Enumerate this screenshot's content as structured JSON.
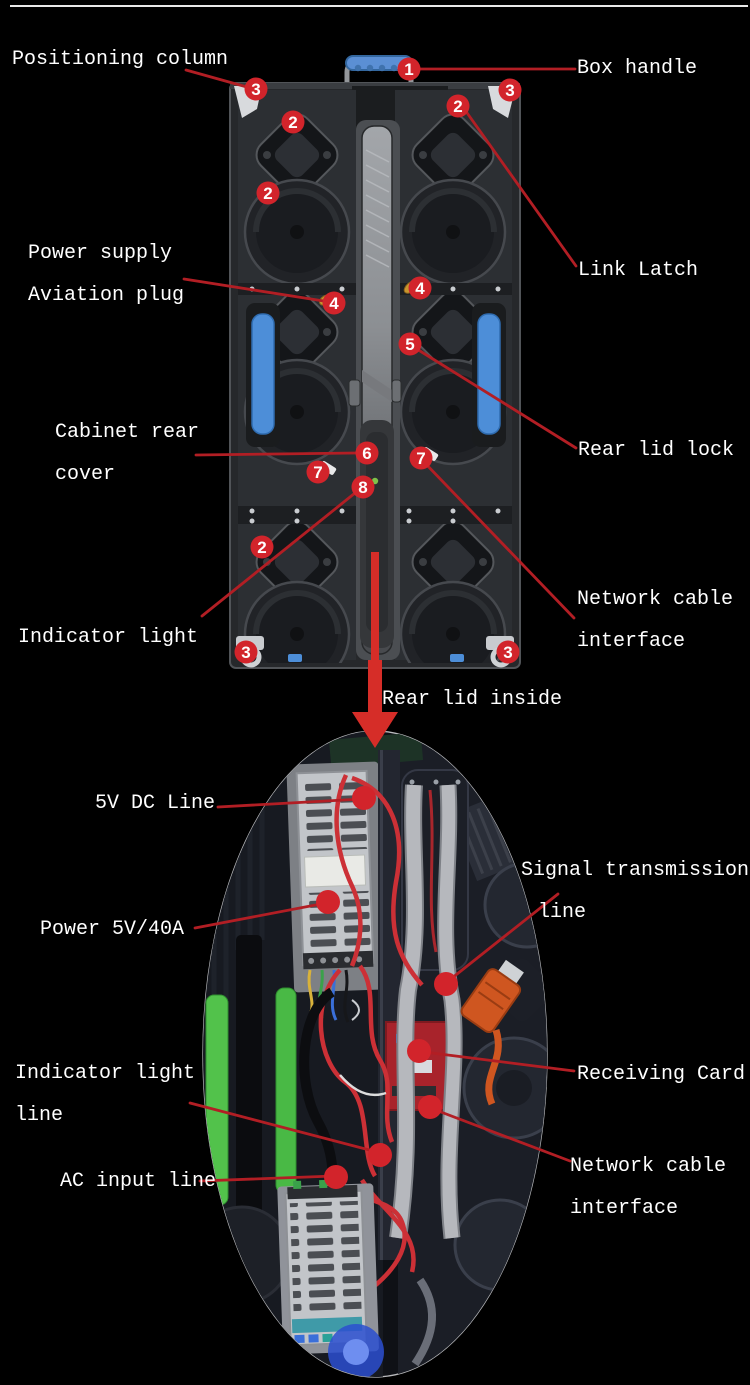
{
  "colors": {
    "background": "#000000",
    "label_text": "#ffffff",
    "callout_red": "#d2242b",
    "leader_line_red": "#b21e24",
    "arrow_red": "#d62d28",
    "handle_blue": "#5b8fd4",
    "latch_bar_blue": "#4d8ed8",
    "green_bar": "#52c24b",
    "network_plug_orange": "#cf5620",
    "receiving_card_red": "#a8232b"
  },
  "cabinet_labels": {
    "positioning_column": "Positioning column",
    "box_handle": "Box handle",
    "power_supply_aviation_plug": "Power supply\nAviation plug",
    "link_latch": "Link Latch",
    "cabinet_rear_cover": "Cabinet rear\ncover",
    "rear_lid_lock": "Rear lid lock",
    "indicator_light": "Indicator light",
    "network_cable_interface": "Network cable\ninterface",
    "rear_lid_inside": "Rear lid inside"
  },
  "rear_lid_labels": {
    "dc_line_5v": "5V DC Line",
    "power_5v_40a": "Power 5V/40A",
    "signal_transmission_line": "Signal transmission\nline",
    "indicator_light_line": "Indicator light\nline",
    "ac_input_line": "AC input line",
    "receiving_card": "Receiving Card",
    "network_cable_interface": "Network cable\ninterface"
  },
  "callout_numbers": [
    "1",
    "3",
    "3",
    "2",
    "2",
    "2",
    "4",
    "4",
    "5",
    "6",
    "7",
    "7",
    "8",
    "2",
    "3",
    "3"
  ]
}
